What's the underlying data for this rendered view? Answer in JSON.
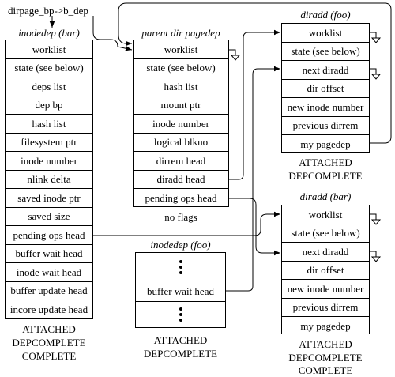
{
  "header_label": "dirpage_bp->b_dep",
  "inodedep_bar": {
    "title": "inodedep (bar)",
    "fields": [
      "worklist",
      "state (see below)",
      "deps list",
      "dep bp",
      "hash list",
      "filesystem ptr",
      "inode number",
      "nlink delta",
      "saved inode ptr",
      "saved size",
      "pending ops head",
      "buffer wait head",
      "inode wait head",
      "buffer update head",
      "incore update head"
    ],
    "status": [
      "ATTACHED",
      "DEPCOMPLETE",
      "COMPLETE"
    ]
  },
  "pagedep": {
    "title": "parent dir pagedep",
    "fields": [
      "worklist",
      "state (see below)",
      "hash list",
      "mount ptr",
      "inode number",
      "logical blkno",
      "dirrem head",
      "diradd head",
      "pending ops head"
    ],
    "status": [
      "no flags"
    ]
  },
  "inodedep_foo": {
    "title": "inodedep (foo)",
    "fields": [
      "buffer wait head"
    ],
    "status": [
      "ATTACHED",
      "DEPCOMPLETE"
    ]
  },
  "diradd_foo": {
    "title": "diradd (foo)",
    "fields": [
      "worklist",
      "state (see below)",
      "next diradd",
      "dir offset",
      "new inode number",
      "previous dirrem",
      "my pagedep"
    ],
    "status": [
      "ATTACHED",
      "DEPCOMPLETE"
    ]
  },
  "diradd_bar": {
    "title": "diradd (bar)",
    "fields": [
      "worklist",
      "state (see below)",
      "next diradd",
      "dir offset",
      "new inode number",
      "previous dirrem",
      "my pagedep"
    ],
    "status": [
      "ATTACHED",
      "DEPCOMPLETE",
      "COMPLETE"
    ]
  }
}
